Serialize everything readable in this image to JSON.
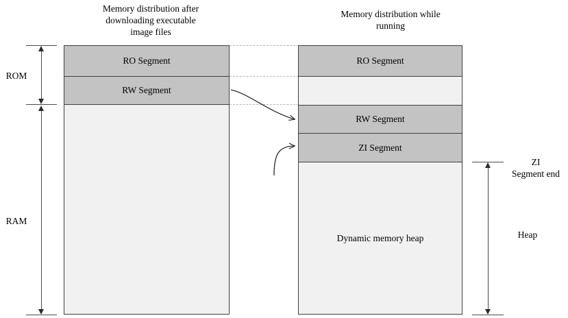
{
  "diagram": {
    "left_panel": {
      "title": "Memory distribution after\ndownloading executable\nimage files",
      "segments": [
        {
          "label": "RO Segment",
          "kind": "filled"
        },
        {
          "label": "RW Segment",
          "kind": "filled"
        },
        {
          "label": "",
          "kind": "plain"
        }
      ]
    },
    "right_panel": {
      "title": "Memory distribution while\nrunning",
      "segments": [
        {
          "label": "RO Segment",
          "kind": "filled"
        },
        {
          "label": "",
          "kind": "empty"
        },
        {
          "label": "RW Segment",
          "kind": "filled"
        },
        {
          "label": "ZI Segment",
          "kind": "filled"
        },
        {
          "label": "Dynamic memory heap",
          "kind": "plain"
        }
      ]
    },
    "left_measures": [
      {
        "name": "rom",
        "label": "ROM"
      },
      {
        "name": "ram",
        "label": "RAM"
      }
    ],
    "right_measures": [
      {
        "name": "zi-segment-end",
        "label": "ZI\nSegment end"
      },
      {
        "name": "heap",
        "label": "Heap"
      }
    ],
    "colors": {
      "segment_fill": "#c3c3c3",
      "background_fill": "#f1f1f1",
      "border": "#3f3f3f",
      "guide": "#b5b5b5",
      "arrow": "#2b2b2b"
    }
  }
}
